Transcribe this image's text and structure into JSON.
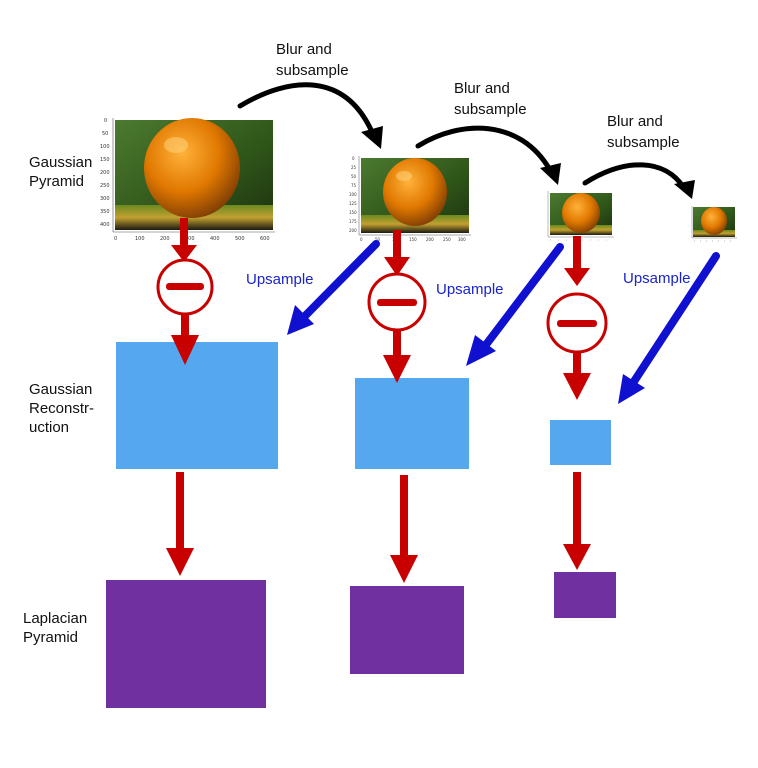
{
  "labels": {
    "gaussian_pyramid": "Gaussian\nPyramid",
    "gaussian_reconstruction": "Gaussian\nReconstr-\nuction",
    "laplacian_pyramid": "Laplacian\nPyramid"
  },
  "blur_labels": [
    "Blur and\nsubsample",
    "Blur and\nsubsample",
    "Blur and\nsubsample"
  ],
  "upsample_labels": [
    "Upsample",
    "Upsample",
    "Upsample"
  ],
  "axes": {
    "level0_y": [
      "0",
      "50",
      "100",
      "150",
      "200",
      "250",
      "300",
      "350",
      "400"
    ],
    "level0_x": [
      "0",
      "100",
      "200",
      "300",
      "400",
      "500",
      "600"
    ],
    "level1_y": [
      "0",
      "25",
      "50",
      "75",
      "100",
      "125",
      "150",
      "175",
      "200"
    ],
    "level1_x": [
      "0",
      "50",
      "100",
      "150",
      "200",
      "250",
      "300"
    ]
  },
  "colors": {
    "arrow_red": "#c80000",
    "arrow_blue": "#1010d0",
    "reconstruction": "#55a8ee",
    "laplacian": "#7030a0",
    "black_arrow": "#000000"
  }
}
